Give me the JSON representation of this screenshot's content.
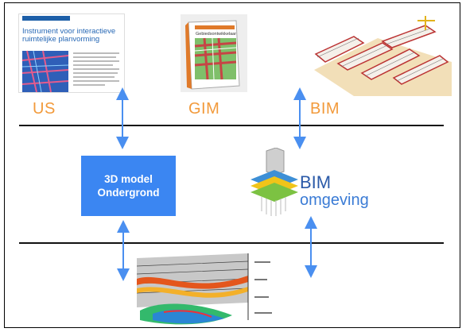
{
  "labels": {
    "us": "US",
    "gim": "GIM",
    "bim": "BIM"
  },
  "box": {
    "line1": "3D model",
    "line2": "Ondergrond"
  },
  "bim_logo": {
    "line1": "BIM",
    "line2": "omgeving"
  },
  "doc_thumb": {
    "title": "Instrument voor interactieve ruimtelijke planvorming"
  },
  "book_thumb": {
    "title": "Gebiedsontwikkelaar"
  },
  "colors": {
    "label_orange": "#f29a3b",
    "box_blue": "#3b86f2",
    "arrow_blue": "#4a8ff0",
    "line_black": "#111111"
  }
}
